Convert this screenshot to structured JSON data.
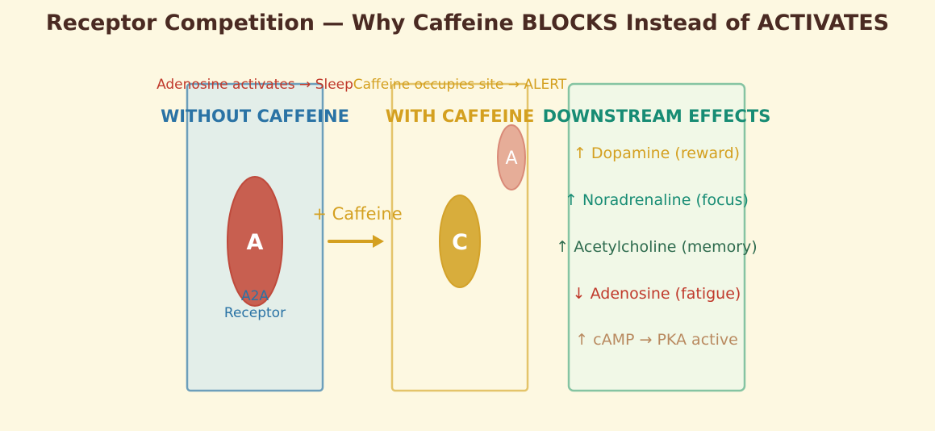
{
  "title": "Receptor Competition — Why Caffeine BLOCKS Instead of ACTIVATES",
  "panels": {
    "without": {
      "heading": "WITHOUT CAFFEINE",
      "caption": "Adenosine activates → Sleep",
      "molecule": "A",
      "receptor_line1": "A2A",
      "receptor_line2": "Receptor"
    },
    "with": {
      "heading": "WITH CAFFEINE",
      "caption": "Caffeine occupies site → ALERT",
      "blocker": "C",
      "displaced": "A"
    },
    "downstream": {
      "heading": "DOWNSTREAM EFFECTS",
      "effects": [
        "↑ Dopamine (reward)",
        "↑ Noradrenaline (focus)",
        "↑ Acetylcholine (memory)",
        "↓ Adenosine (fatigue)",
        "↑ cAMP → PKA active"
      ]
    }
  },
  "arrow_label": "+ Caffeine",
  "colors": {
    "background": "#fdf8e1",
    "title": "#4a2a22",
    "adenosine": "#c85f50",
    "adenosine_faded": "#e6ad98",
    "caffeine": "#d8ad3c",
    "caffeine_text": "#d4a020",
    "receptor_text": "#2a73a5",
    "teal": "#178c74",
    "dark_green": "#2e6b4e",
    "red": "#c0392b",
    "tan": "#b98a60",
    "panel_without_fill": "#e3eee9",
    "panel_without_stroke": "#6d9fbb",
    "panel_with_fill": "#fdf8e1",
    "panel_with_stroke": "#e4c46a",
    "panel_down_fill": "#f1f8e7",
    "panel_down_stroke": "#85c4a2"
  }
}
